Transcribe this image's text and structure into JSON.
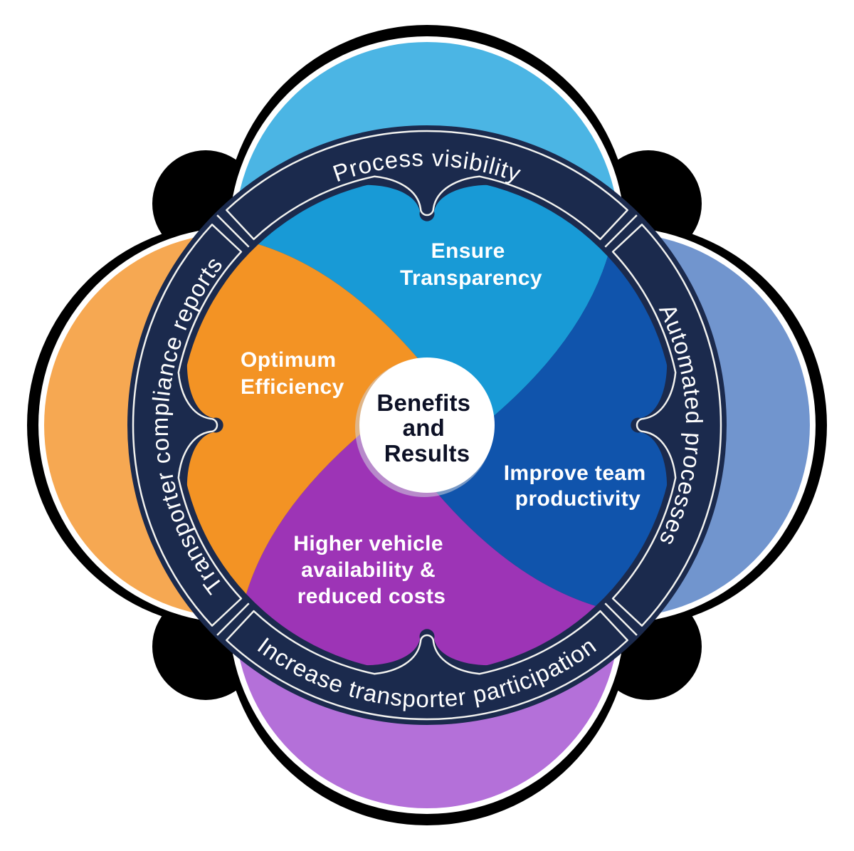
{
  "diagram": {
    "name": "Benefits and Results wheel",
    "center_label": {
      "lines": [
        "Benefits",
        "and",
        "Results"
      ],
      "text_color": "#0D1126",
      "bg_color": "#ffffff"
    },
    "ring": {
      "color": "#1B2A4D",
      "outline_color": "#000000",
      "stroke_color": "#F2F2EF",
      "gap_color": "#ffffff"
    },
    "segments": [
      {
        "position": "top",
        "label": "Process visibility"
      },
      {
        "position": "right",
        "label": "Automated processes"
      },
      {
        "position": "bottom",
        "label": "Increase transporter participation"
      },
      {
        "position": "left",
        "label": "Transporter compliance reports"
      }
    ],
    "quadrants": [
      {
        "position": "top",
        "title_lines": [
          "Ensure",
          "Transparency"
        ],
        "color": "#189AD6",
        "petal_color": "#4BB5E4"
      },
      {
        "position": "right",
        "title_lines": [
          "Improve team",
          "productivity"
        ],
        "color": "#1054AC",
        "petal_color": "#7195CE"
      },
      {
        "position": "bottom",
        "title_lines": [
          "Higher vehicle",
          "availability &",
          "reduced costs"
        ],
        "color": "#9D34B6",
        "petal_color": "#B470D9"
      },
      {
        "position": "left",
        "title_lines": [
          "Optimum",
          "Efficiency"
        ],
        "color": "#F39324",
        "petal_color": "#F6A852"
      }
    ]
  }
}
